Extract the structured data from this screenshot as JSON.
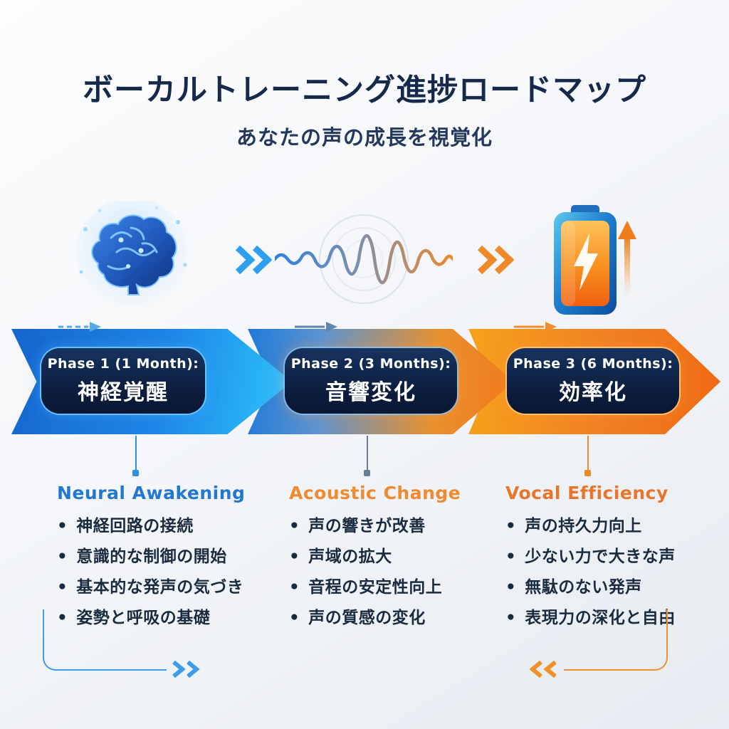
{
  "header": {
    "title": "ボーカルトレーニング進捗ロードマップ",
    "subtitle": "あなたの声の成長を視覚化"
  },
  "colors": {
    "phase1_accent": "#1e87e8",
    "phase2_accent_start": "#1e7ad8",
    "phase2_accent_end": "#f2791c",
    "phase3_accent": "#ef6a12",
    "pill_background": "#0c1c3c",
    "heading1": "#2178ce",
    "heading2": "#ef8a2e",
    "heading3": "#e8762a",
    "body_text": "#1b2b3f"
  },
  "icons": {
    "phase1": "brain-icon",
    "phase2": "waveform-icon",
    "phase3": "battery-bolt-icon",
    "between": "double-chevron-right-icon",
    "battery_side": "up-arrow-icon"
  },
  "phases": [
    {
      "banner_title": "Phase 1 (1 Month):",
      "banner_subtitle": "神経覚醒",
      "heading": "Neural Awakening",
      "bullets": [
        "神経回路の接続",
        "意識的な制御の開始",
        "基本的な発声の気づき",
        "姿勢と呼吸の基礎"
      ]
    },
    {
      "banner_title": "Phase 2 (3 Months):",
      "banner_subtitle": "音響変化",
      "heading": "Acoustic Change",
      "bullets": [
        "声の響きが改善",
        "声域の拡大",
        "音程の安定性向上",
        "声の質感の変化"
      ]
    },
    {
      "banner_title": "Phase 3 (6 Months):",
      "banner_subtitle": "効率化",
      "heading": "Vocal Efficiency",
      "bullets": [
        "声の持久力向上",
        "少ない力で大きな声",
        "無駄のない発声",
        "表現力の深化と自由"
      ]
    }
  ]
}
